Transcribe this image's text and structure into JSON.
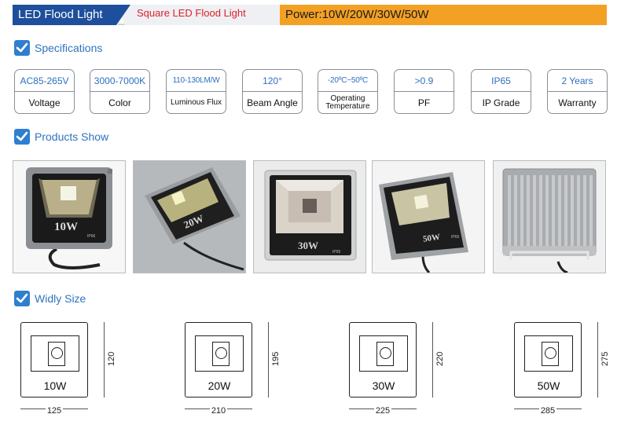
{
  "header": {
    "title": "LED Flood Light",
    "subtitle": "Square LED Flood Light",
    "power": "Power:10W/20W/30W/50W"
  },
  "sections": {
    "specs": "Specifications",
    "products": "Products Show",
    "sizes": "Widly Size"
  },
  "specs": [
    {
      "value": "AC85-265V",
      "label": "Voltage"
    },
    {
      "value": "3000-7000K",
      "label": "Color"
    },
    {
      "value": "110-130LM/W",
      "label": "Luminous Flux"
    },
    {
      "value": "120°",
      "label": "Beam Angle"
    },
    {
      "value": "-20ºC~50ºC",
      "label": "Operating Temperature"
    },
    {
      "value": ">0.9",
      "label": "PF"
    },
    {
      "value": "IP65",
      "label": "IP Grade"
    },
    {
      "value": "2 Years",
      "label": "Warranty"
    }
  ],
  "products": [
    {
      "label": "10W",
      "badge": "IP66"
    },
    {
      "label": "20W"
    },
    {
      "label": "30W",
      "badge": "IP65"
    },
    {
      "label": "50W",
      "badge": "IP66"
    },
    {
      "label": ""
    }
  ],
  "sizes": [
    {
      "power": "10W",
      "height": "120",
      "width": "125"
    },
    {
      "power": "20W",
      "height": "195",
      "width": "210"
    },
    {
      "power": "30W",
      "height": "220",
      "width": "225"
    },
    {
      "power": "50W",
      "height": "275",
      "width": "285"
    }
  ],
  "colors": {
    "blue": "#1e4f9c",
    "orange": "#f3a124",
    "accent": "#2f73c0",
    "red": "#e0202a"
  }
}
